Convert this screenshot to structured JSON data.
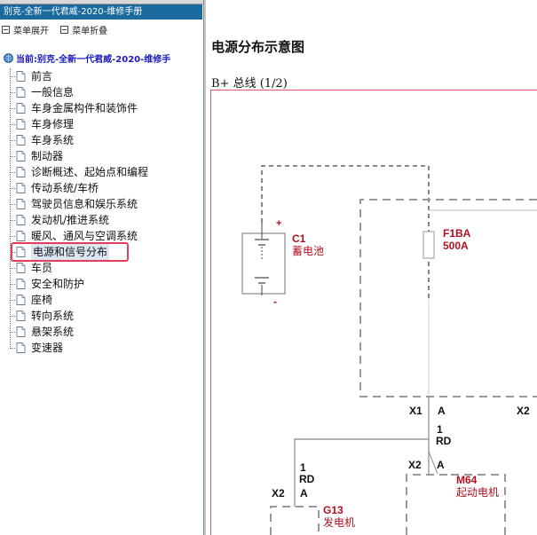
{
  "sidebar": {
    "title": "别克-全新一代君威-2020-维修手册",
    "menu": {
      "expand": "菜单展开",
      "collapse": "菜单折叠"
    },
    "current": "当前:别克-全新一代君威-2020-维修手",
    "items": [
      {
        "label": "前言"
      },
      {
        "label": "一般信息"
      },
      {
        "label": "车身金属构件和装饰件"
      },
      {
        "label": "车身修理"
      },
      {
        "label": "车身系统"
      },
      {
        "label": "制动器"
      },
      {
        "label": "诊断概述、起始点和编程"
      },
      {
        "label": "传动系统/车桥"
      },
      {
        "label": "驾驶员信息和娱乐系统"
      },
      {
        "label": "发动机/推进系统"
      },
      {
        "label": "暖风、通风与空调系统"
      },
      {
        "label": "电源和信号分布"
      },
      {
        "label": "车员"
      },
      {
        "label": "安全和防护"
      },
      {
        "label": "座椅"
      },
      {
        "label": "转向系统"
      },
      {
        "label": "悬架系统"
      },
      {
        "label": "变速器"
      }
    ],
    "selected_index": 11
  },
  "content": {
    "title": "电源分布示意图",
    "subtitle": "B+ 总线 (1/2)"
  },
  "diagram": {
    "plus": "+",
    "minus": "-",
    "c1_id": "C1",
    "c1_name": "蓄电池",
    "f1ba_id": "F1BA",
    "f1ba_rating": "500A",
    "x1": "X1",
    "x1_pin": "A",
    "x2_right": "X2",
    "wire1_num": "1",
    "wire1_color": "RD",
    "x2_m64": "X2",
    "x2_m64_pin": "A",
    "m64_id": "M64",
    "m64_name": "起动电机",
    "wire2_num": "1",
    "wire2_color": "RD",
    "x2_g13": "X2",
    "x2_g13_pin": "A",
    "g13_id": "G13",
    "g13_name": "发电机"
  },
  "colors": {
    "titlebar_bg": "#1b6a9e",
    "current_text": "#1a1ac0",
    "highlight": "#e23d5b",
    "diagram_label": "#b01020",
    "diagram_border": "#e05a6a"
  }
}
